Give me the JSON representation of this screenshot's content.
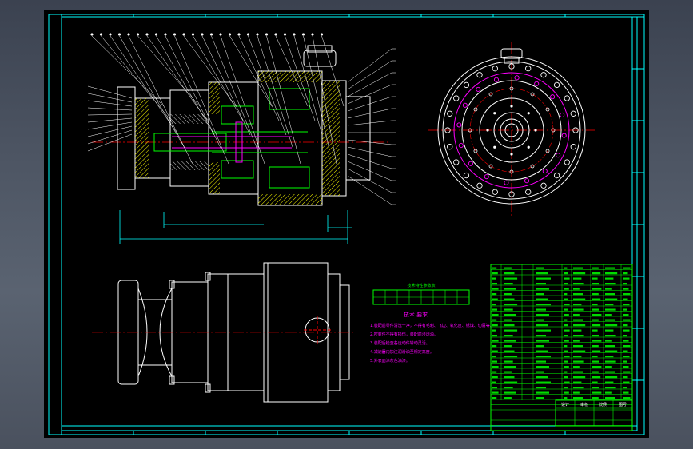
{
  "drawing": {
    "colors": {
      "background": "#000000",
      "frame": "#00ffff",
      "outline": "#ffffff",
      "hatch": "#ffff00",
      "gear": "#00ff00",
      "bolt": "#ff00ff",
      "dim": "#00ffff",
      "center": "#ff0000",
      "note": "#ff00ff"
    }
  },
  "notes": {
    "title": "技术 要求",
    "items": [
      "1.装配前零件清洗干净，不得有毛刺、飞边、氧化皮、锈蚀、切屑等。",
      "2.密封件不得有损伤，装配前浸透油。",
      "3.装配后检查各运动件转动灵活。",
      "4.减速器内加注润滑油至规定高度。",
      "5.外表面涂灰色油漆。"
    ]
  },
  "spec_table": {
    "title": "技术特性参数表"
  },
  "title_block": {
    "labels": [
      "设计",
      "审核",
      "比例",
      "图号"
    ]
  }
}
